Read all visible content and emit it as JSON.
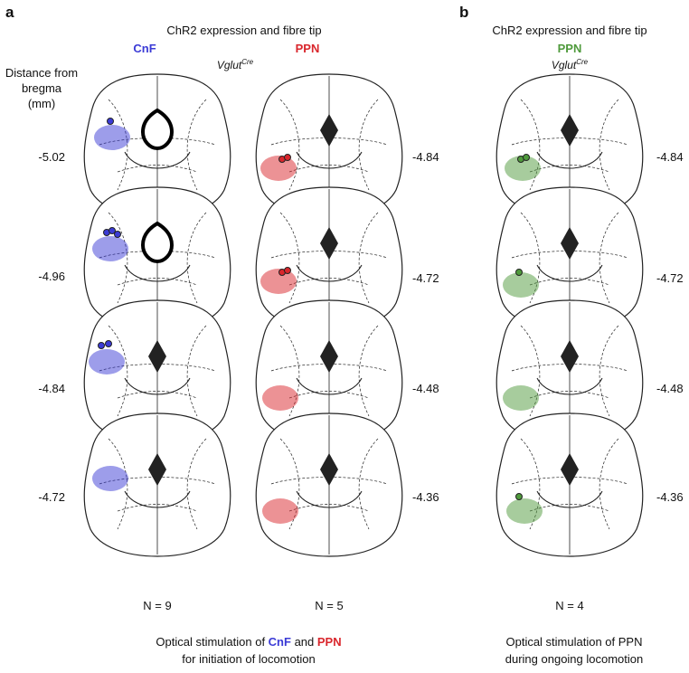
{
  "panel_a": {
    "letter": "a",
    "heading": "ChR2 expression and fibre tip",
    "region_left": "CnF",
    "region_right": "PPN",
    "genotype": "Vglut",
    "genotype_sup": "Cre",
    "distance_label_line1": "Distance from",
    "distance_label_line2": "bregma",
    "distance_label_line3": "(mm)",
    "left_distances": [
      "-5.02",
      "-4.96",
      "-4.84",
      "-4.72"
    ],
    "right_distances": [
      "-4.84",
      "-4.72",
      "-4.48",
      "-4.36"
    ],
    "n_left": "N = 9",
    "n_right": "N = 5",
    "caption_prefix": "Optical stimulation of ",
    "caption_cnf": "CnF",
    "caption_and": " and ",
    "caption_ppn": "PPN",
    "caption_line2": "for initiation of locomotion"
  },
  "panel_b": {
    "letter": "b",
    "heading": "ChR2 expression and fibre tip",
    "region": "PPN",
    "genotype": "Vglut",
    "genotype_sup": "Cre",
    "distances": [
      "-4.84",
      "-4.72",
      "-4.48",
      "-4.36"
    ],
    "n": "N = 4",
    "caption_line1": "Optical stimulation of PPN",
    "caption_line2": "during ongoing locomotion"
  },
  "colors": {
    "cnf": "#3b3bd6",
    "ppn_a": "#d9262c",
    "ppn_b": "#4f9a3c",
    "outline": "#222222"
  }
}
